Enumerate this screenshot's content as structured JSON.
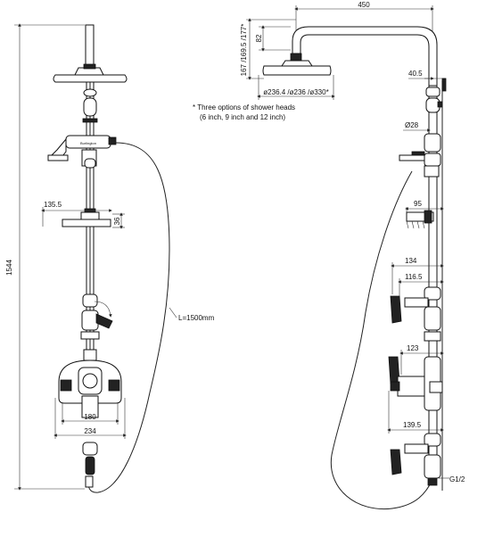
{
  "note": {
    "line1": "* Three options of shower heads",
    "line2": "(6 inch, 9 inch and 12 inch)"
  },
  "front_view": {
    "dimensions": {
      "overall_height": "1544",
      "soap_dish_width": "135.5",
      "soap_dish_height": "36",
      "hose_length": "L=1500mm",
      "valve_centres": "180",
      "valve_width": "234"
    }
  },
  "side_view": {
    "dimensions": {
      "arm_reach": "450",
      "head_height": "167 /169.5 /177*",
      "head_neck": "82",
      "head_diameters": "ø236.4 /ø236 /ø330*",
      "riser_offset": "40.5",
      "riser_diameter": "Ø28",
      "dish_depth": "95",
      "handle_projection_1": "134",
      "handle_projection_2": "116.5",
      "valve_projection": "123",
      "lower_projection": "139.5",
      "connection": "G1/2"
    }
  }
}
